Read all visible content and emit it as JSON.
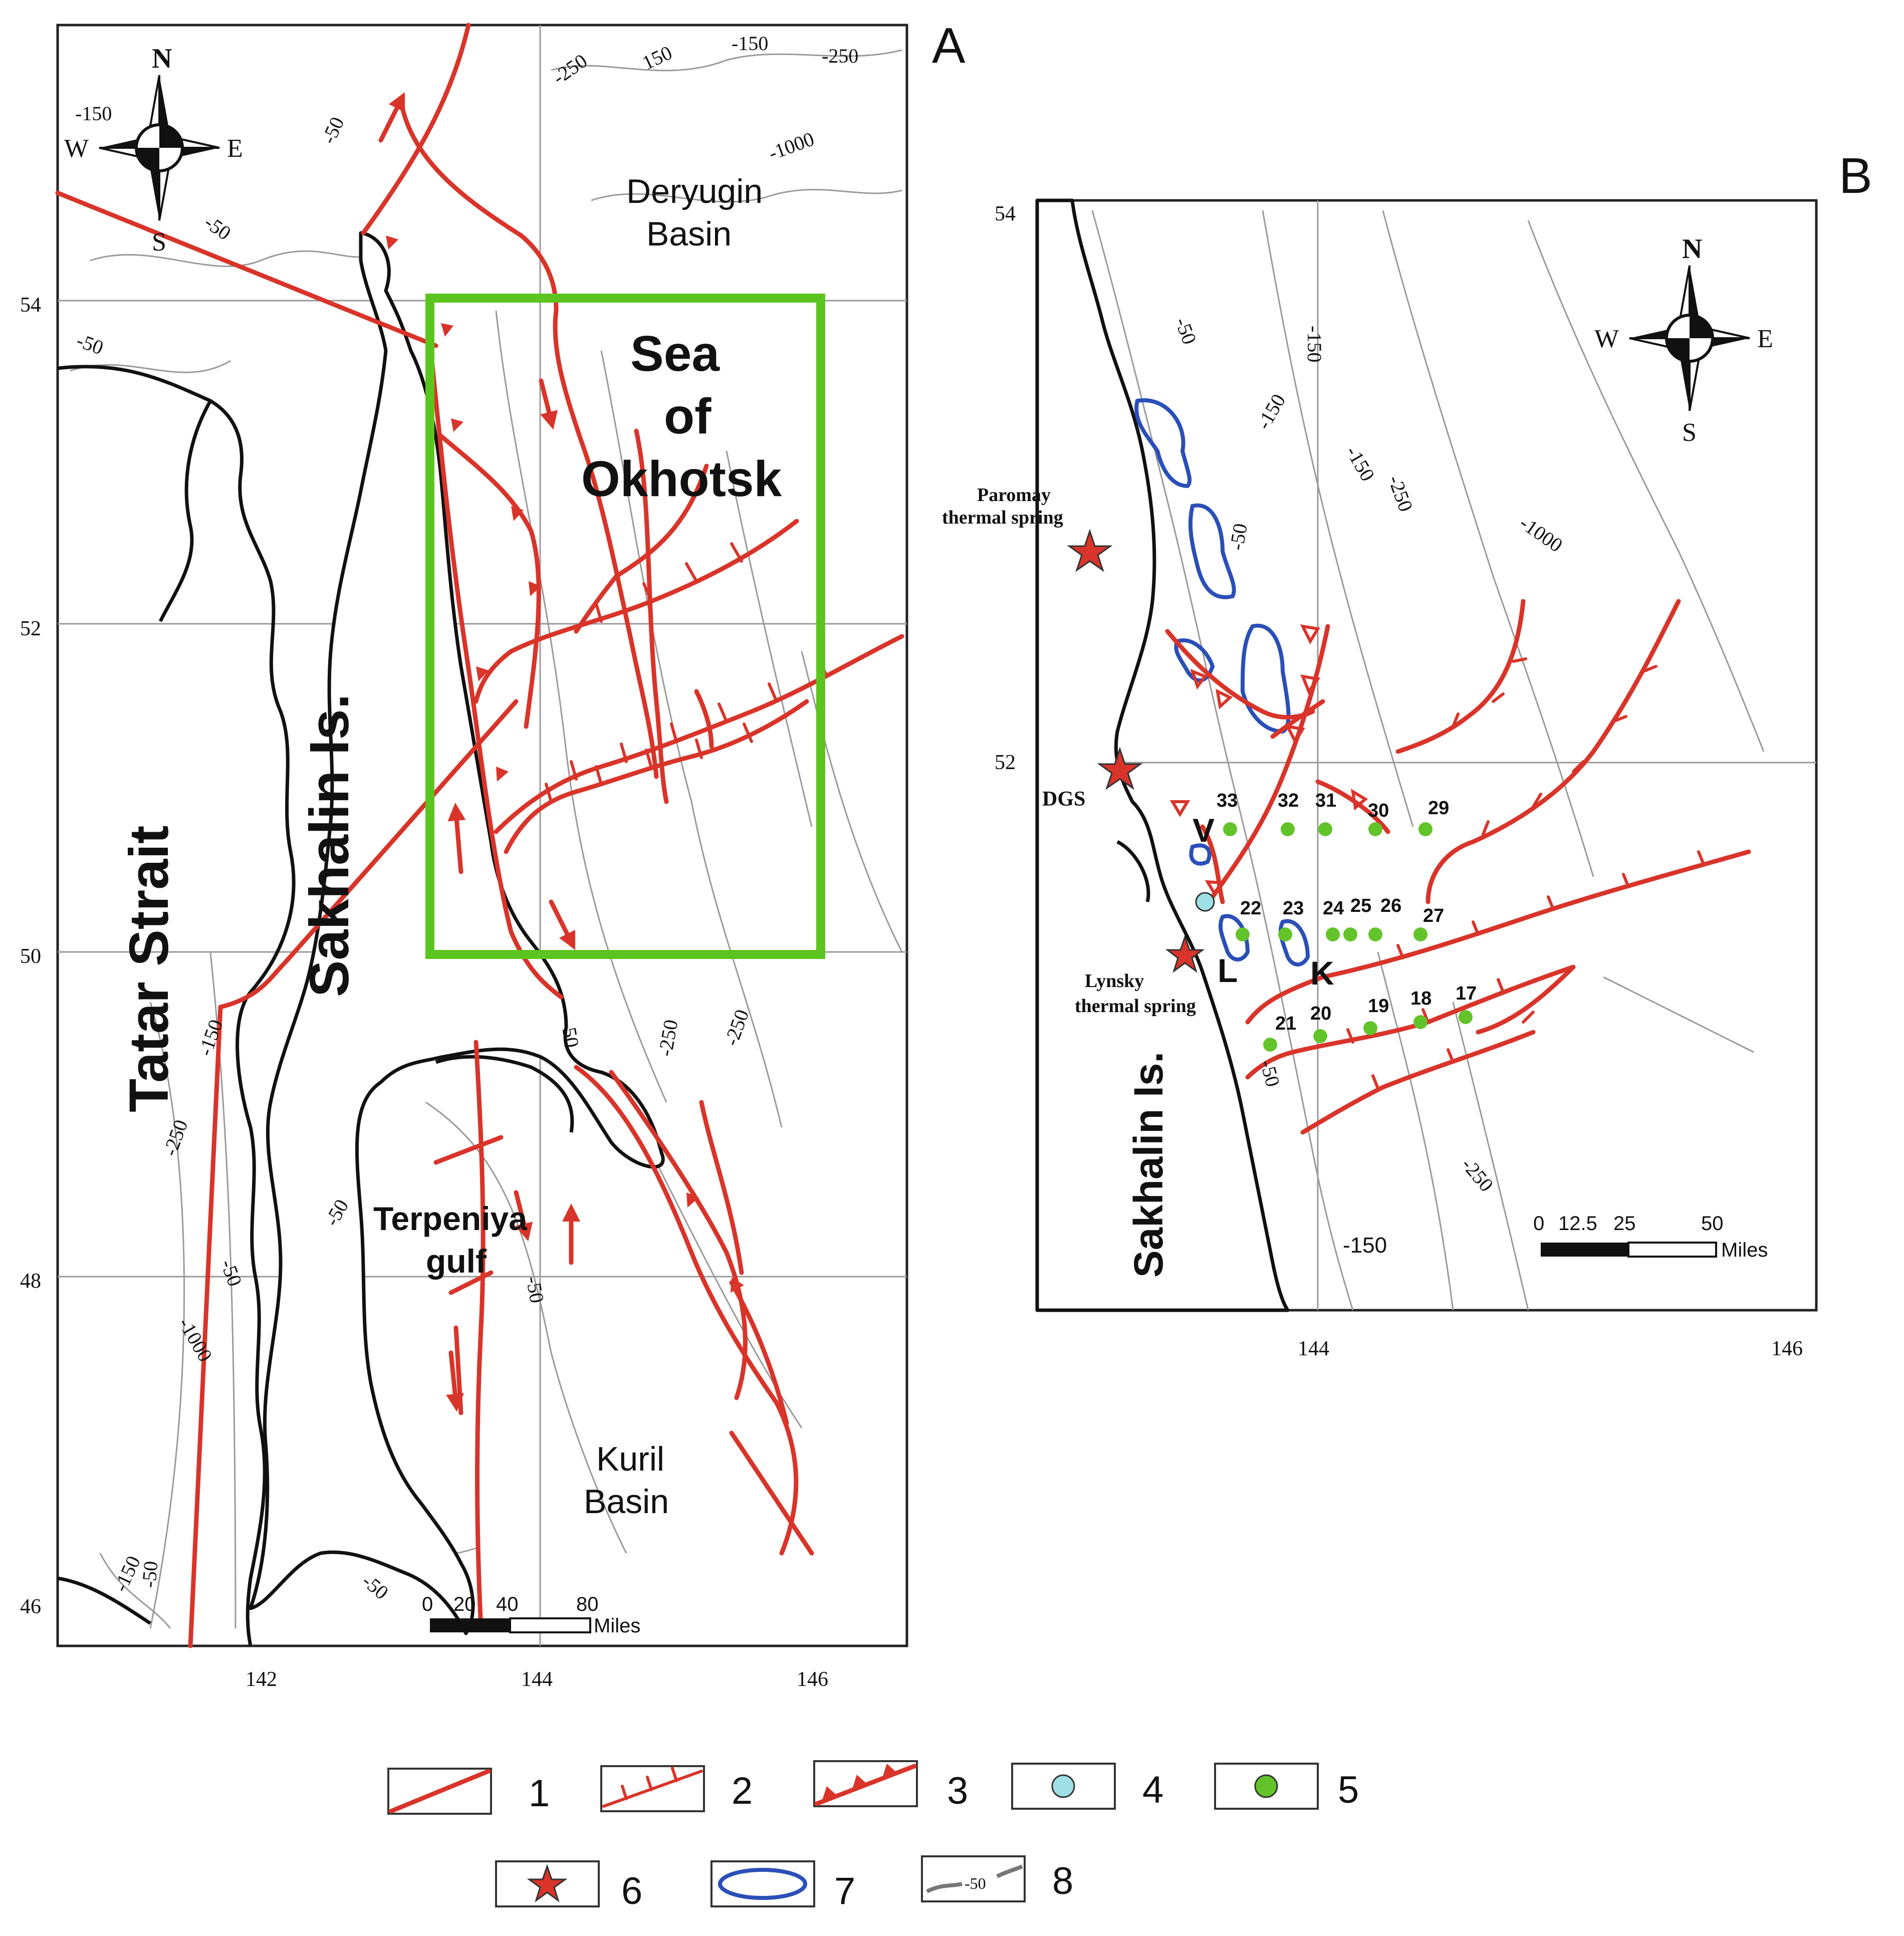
{
  "panels": {
    "A": {
      "letter": "A",
      "lat_ticks": [
        "54",
        "52",
        "50",
        "48",
        "46"
      ],
      "lon_ticks": [
        "142",
        "144",
        "146"
      ],
      "compass": {
        "n": "N",
        "s": "S",
        "w": "W",
        "e": "E"
      },
      "labels": {
        "deryugin": [
          "Deryugin",
          "Basin"
        ],
        "okhotsk": [
          "Sea",
          "of",
          "Okhotsk"
        ],
        "tatar": "Tatar Strait",
        "sakhalin": "Sakhalin Is.",
        "terpeniya": [
          "Terpeniya",
          "gulf"
        ],
        "kuril": [
          "Kuril",
          "Basin"
        ]
      },
      "depths": [
        "-150",
        "-50",
        "-50",
        "-250",
        "150",
        "-150",
        "-250",
        "-1000",
        "-50",
        "-150",
        "-250",
        "-50",
        "-1000",
        "-150",
        "-50",
        "-50",
        "-50",
        "-50",
        "-50",
        "-250",
        "-250"
      ],
      "scale": {
        "ticks": [
          "0",
          "20",
          "40",
          "80"
        ],
        "unit": "Miles"
      }
    },
    "B": {
      "letter": "B",
      "lat_ticks": [
        "54",
        "52"
      ],
      "lon_ticks": [
        "144",
        "146"
      ],
      "compass": {
        "n": "N",
        "s": "S",
        "w": "W",
        "e": "E"
      },
      "labels": {
        "paromay": [
          "Paromay",
          "thermal spring"
        ],
        "dgs": "DGS",
        "lynsky": [
          "Lynsky",
          "thermal spring"
        ],
        "sakhalin": "Sakhalin Is.",
        "v": "V",
        "l": "L",
        "k": "K"
      },
      "stations": [
        "33",
        "32",
        "31",
        "30",
        "29",
        "22",
        "23",
        "24",
        "25",
        "26",
        "27",
        "21",
        "20",
        "19",
        "18",
        "17"
      ],
      "depths": [
        "-50",
        "-150",
        "-150",
        "-150",
        "-250",
        "-50",
        "-1000",
        "-50",
        "-250",
        "-150"
      ],
      "scale": {
        "ticks": [
          "0",
          "12.5",
          "25",
          "50"
        ],
        "unit": "Miles"
      }
    }
  },
  "legend": [
    "1",
    "2",
    "3",
    "4",
    "5",
    "6",
    "7",
    "8"
  ],
  "legend_sample_label": "-50",
  "colors": {
    "fault": "#d9342a",
    "study_area": "#5cc41e",
    "contour_blue": "#2b4fb8",
    "station_green": "#63c32a",
    "station_cyan": "#9ee0e6",
    "star": "#d9342a"
  }
}
